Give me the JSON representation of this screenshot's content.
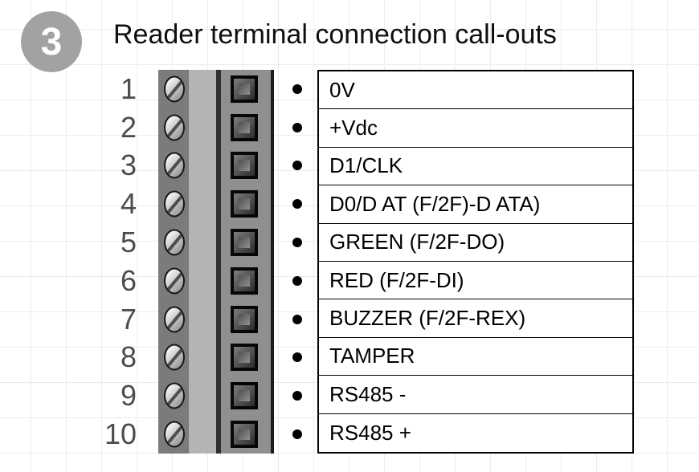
{
  "badge": {
    "number": "3"
  },
  "title": "Reader terminal connection call-outs",
  "pins": [
    {
      "num": "1",
      "label": "0V"
    },
    {
      "num": "2",
      "label": "+Vdc"
    },
    {
      "num": "3",
      "label": "D1/CLK"
    },
    {
      "num": "4",
      "label": "D0/D AT (F/2F)-D ATA)"
    },
    {
      "num": "5",
      "label": "GREEN (F/2F-DO)"
    },
    {
      "num": "6",
      "label": "RED (F/2F-DI)"
    },
    {
      "num": "7",
      "label": "BUZZER (F/2F-REX)"
    },
    {
      "num": "8",
      "label": "TAMPER"
    },
    {
      "num": "9",
      "label": "RS485 -"
    },
    {
      "num": "10",
      "label": "RS485 +"
    }
  ]
}
